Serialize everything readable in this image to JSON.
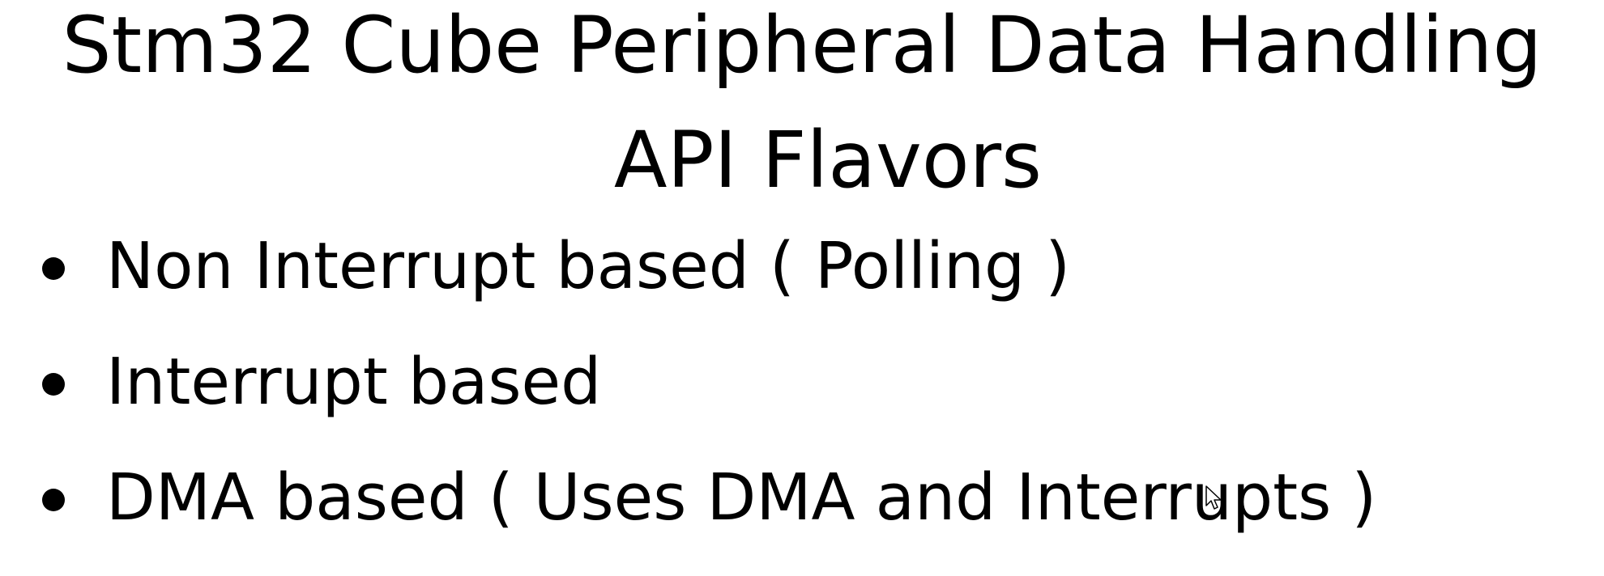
{
  "slide": {
    "title_line1": "Stm32 Cube Peripheral Data Handling",
    "title_line2": "API Flavors",
    "bullets": [
      {
        "text": "Non Interrupt based ( Polling )"
      },
      {
        "text": "Interrupt based"
      },
      {
        "text": "DMA based ( Uses DMA and Interrupts )"
      }
    ]
  },
  "colors": {
    "background": "#ffffff",
    "text": "#000000"
  },
  "icons": {
    "cursor": "mouse-pointer-icon",
    "bullet": "bullet-dot-icon"
  }
}
